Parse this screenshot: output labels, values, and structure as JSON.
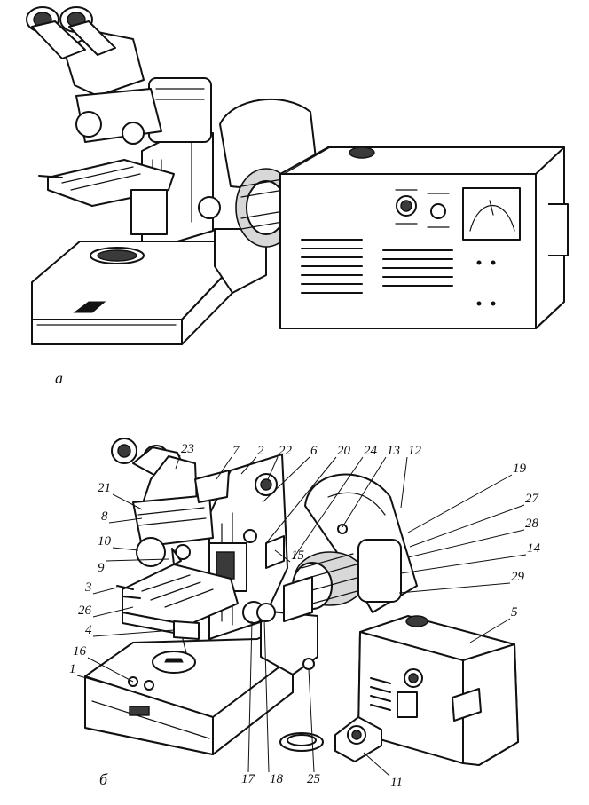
{
  "figure_a": {
    "caption": "а"
  },
  "figure_b": {
    "caption": "б",
    "callouts": [
      {
        "id": "c23",
        "text": "23"
      },
      {
        "id": "c7",
        "text": "7"
      },
      {
        "id": "c2",
        "text": "2"
      },
      {
        "id": "c22",
        "text": "22"
      },
      {
        "id": "c6",
        "text": "6"
      },
      {
        "id": "c20",
        "text": "20"
      },
      {
        "id": "c24",
        "text": "24"
      },
      {
        "id": "c13",
        "text": "13"
      },
      {
        "id": "c12",
        "text": "12"
      },
      {
        "id": "c19",
        "text": "19"
      },
      {
        "id": "c21",
        "text": "21"
      },
      {
        "id": "c8",
        "text": "8"
      },
      {
        "id": "c27",
        "text": "27"
      },
      {
        "id": "c28",
        "text": "28"
      },
      {
        "id": "c10",
        "text": "10"
      },
      {
        "id": "c14",
        "text": "14"
      },
      {
        "id": "c15",
        "text": "15"
      },
      {
        "id": "c9",
        "text": "9"
      },
      {
        "id": "c29",
        "text": "29"
      },
      {
        "id": "c3",
        "text": "3"
      },
      {
        "id": "c26",
        "text": "26"
      },
      {
        "id": "c5",
        "text": "5"
      },
      {
        "id": "c4",
        "text": "4"
      },
      {
        "id": "c16",
        "text": "16"
      },
      {
        "id": "c1",
        "text": "1"
      },
      {
        "id": "c17",
        "text": "17"
      },
      {
        "id": "c18",
        "text": "18"
      },
      {
        "id": "c25",
        "text": "25"
      },
      {
        "id": "c11",
        "text": "11"
      }
    ]
  }
}
